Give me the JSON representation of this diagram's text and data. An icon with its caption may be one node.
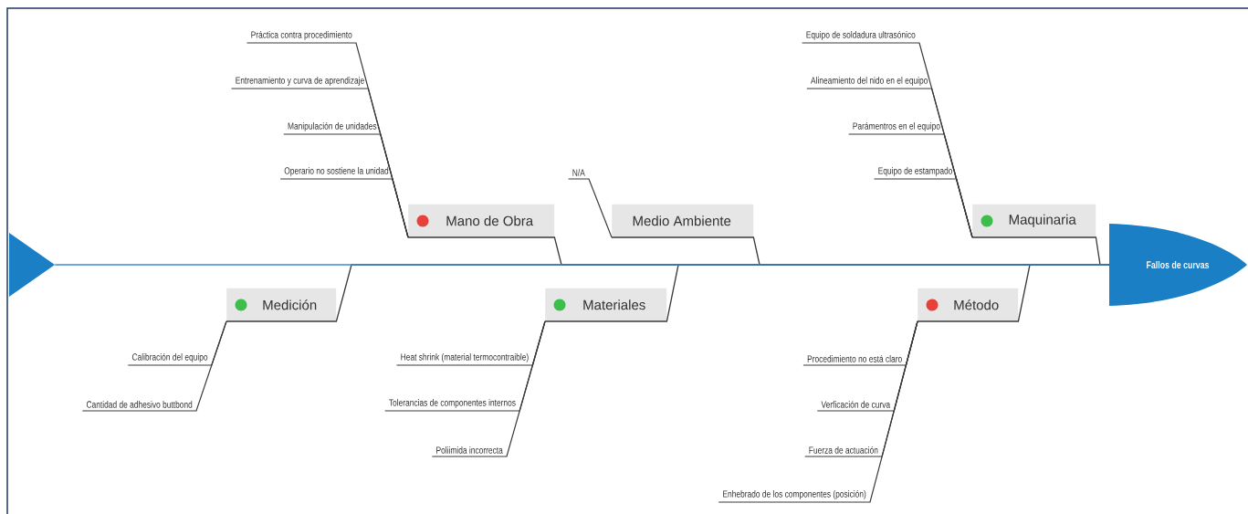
{
  "diagram": {
    "nodes": [
      {
        "text": [],
        "shape": "triangle"
      },
      {
        "text": [
          "Fallos de curvas"
        ]
      },
      {
        "text": [
          "Mano de Obra"
        ]
      },
      {
        "text": [
          "Práctica contra procedimiento"
        ]
      },
      {
        "text": [
          "Entrenamiento y curva de aprendizaje"
        ]
      },
      {
        "text": [
          "Manipulación de unidades"
        ]
      },
      {
        "text": [
          "Operario no sostiene la unidad"
        ]
      },
      {
        "text": [
          "Medio Ambiente"
        ]
      },
      {
        "text": [
          "N/A"
        ]
      },
      {
        "text": [
          "Maquinaria"
        ]
      },
      {
        "text": [
          "Equipo de soldadura ultrasónico"
        ]
      },
      {
        "text": [
          "Alineamiento del nido en el equipo"
        ]
      },
      {
        "text": [
          "Parámentros en el equipo"
        ]
      },
      {
        "text": [
          "Equipo de estampado"
        ]
      },
      {
        "text": [
          "Medición"
        ]
      },
      {
        "text": [
          "Calibración del equipo"
        ]
      },
      {
        "text": [
          "Cantidad de adhesivo buttbond"
        ]
      },
      {
        "text": [
          "Materiales"
        ]
      },
      {
        "text": [
          "Heat shrink (material termocontraible)"
        ]
      },
      {
        "text": [
          "Tolerancias de componentes internos"
        ]
      },
      {
        "text": [
          "Poliimida incorrecta"
        ]
      },
      {
        "text": [
          "Método"
        ]
      },
      {
        "text": [
          "Procedimiento no está claro"
        ]
      },
      {
        "text": [
          "Verficación de curva"
        ]
      },
      {
        "text": [
          "Fuerza de actuación"
        ]
      },
      {
        "text": [
          "Enhebrado de los componentes (posición)"
        ]
      }
    ],
    "edges": [
      {
        "from": 0,
        "to": 1,
        "arrow": "none",
        "color": "#3a8dc8"
      },
      {
        "from": 2,
        "to": 1,
        "arrow": "none"
      },
      {
        "from": 7,
        "to": 1,
        "arrow": "none"
      },
      {
        "from": 9,
        "to": 1,
        "arrow": "none"
      },
      {
        "from": 14,
        "to": 1,
        "arrow": "none"
      },
      {
        "from": 17,
        "to": 1,
        "arrow": "none"
      },
      {
        "from": 21,
        "to": 1,
        "arrow": "none"
      },
      {
        "from": 3,
        "to": 2,
        "arrow": "none"
      },
      {
        "from": 4,
        "to": 2,
        "arrow": "none"
      },
      {
        "from": 5,
        "to": 2,
        "arrow": "none"
      },
      {
        "from": 6,
        "to": 2,
        "arrow": "none"
      },
      {
        "from": 8,
        "to": 7,
        "arrow": "none"
      },
      {
        "from": 10,
        "to": 9,
        "arrow": "none"
      },
      {
        "from": 11,
        "to": 9,
        "arrow": "none"
      },
      {
        "from": 12,
        "to": 9,
        "arrow": "none"
      },
      {
        "from": 13,
        "to": 9,
        "arrow": "none"
      },
      {
        "from": 15,
        "to": 14,
        "arrow": "none"
      },
      {
        "from": 16,
        "to": 14,
        "arrow": "none"
      },
      {
        "from": 18,
        "to": 17,
        "arrow": "none"
      },
      {
        "from": 19,
        "to": 17,
        "arrow": "none"
      },
      {
        "from": 20,
        "to": 17,
        "arrow": "none"
      },
      {
        "from": 22,
        "to": 21,
        "arrow": "none"
      },
      {
        "from": 23,
        "to": 21,
        "arrow": "none"
      },
      {
        "from": 24,
        "to": 21,
        "arrow": "none"
      },
      {
        "from": 25,
        "to": 21,
        "arrow": "none"
      }
    ]
  }
}
